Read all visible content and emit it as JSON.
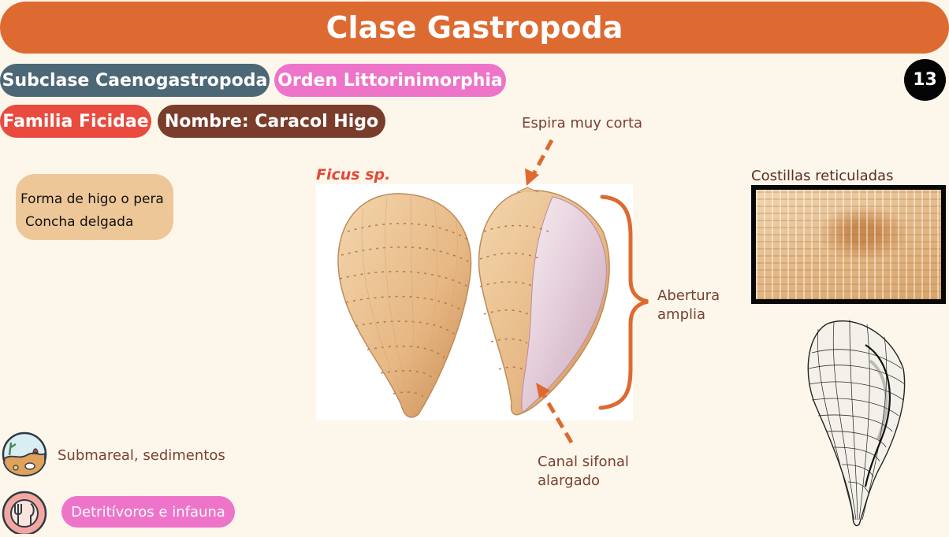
{
  "header": {
    "title": "Clase Gastropoda"
  },
  "page_number": "13",
  "taxonomy": {
    "subclass": "Subclase Caenogastropoda",
    "order": "Orden Littorinimorphia",
    "family": "Familia Ficidae",
    "common_name": "Nombre: Caracol Higo"
  },
  "description": {
    "line1": "Forma de higo o pera",
    "line2": "Concha delgada"
  },
  "species_label": "Ficus sp.",
  "annotations": {
    "spire": "Espira muy corta",
    "aperture_line1": "Abertura",
    "aperture_line2": "amplia",
    "canal_line1": "Canal sifonal",
    "canal_line2": "alargado",
    "ribs": "Costillas reticuladas"
  },
  "habitat": {
    "text": "Submareal, sedimentos",
    "icon": "habitat-icon"
  },
  "diet": {
    "text": "Detritívoros e infauna",
    "icon": "diet-icon"
  },
  "colors": {
    "title_bar": "#dd6a31",
    "subclass": "#4c6775",
    "order": "#ee74c9",
    "family": "#ea4b3f",
    "common_name": "#7a3d2c",
    "description_box": "#eec799",
    "arrow": "#dd6a31",
    "annotation_text": "#7a4032",
    "background": "#fdf6ea"
  }
}
